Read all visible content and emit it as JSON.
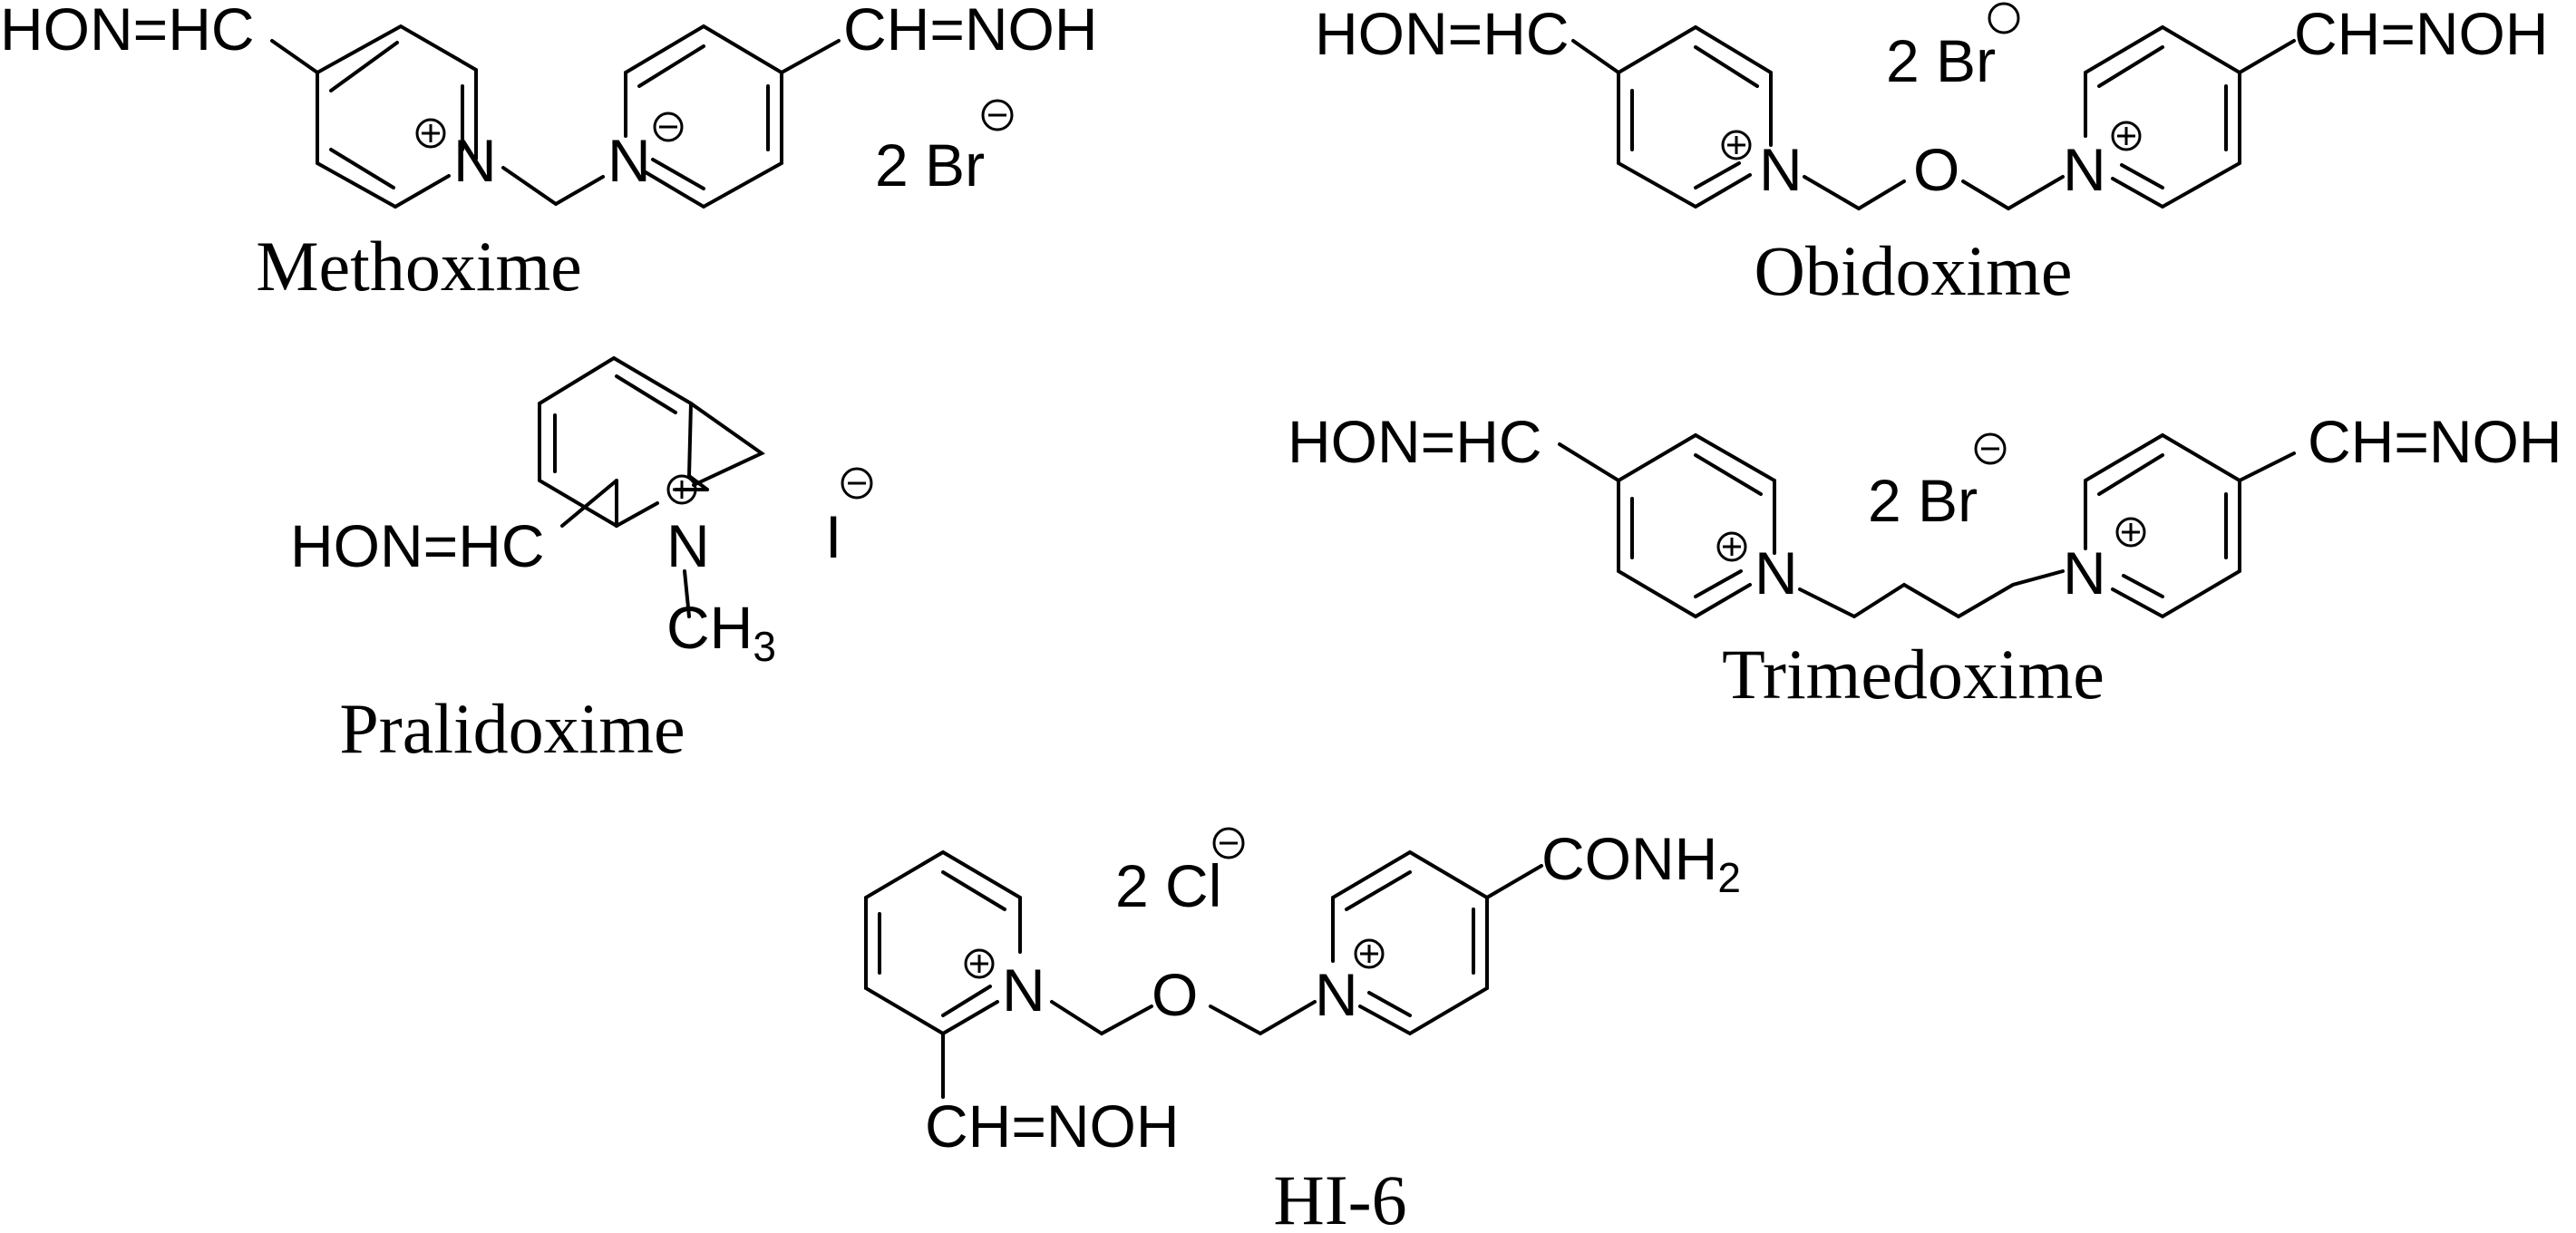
{
  "compounds": {
    "methoxime": {
      "name": "Methoxime",
      "left_group": "HON=HC",
      "right_group": "CH=NOH",
      "n1": "N",
      "n2": "N",
      "counterion": "2 Br"
    },
    "obidoxime": {
      "name": "Obidoxime",
      "left_group": "HON=HC",
      "right_group": "CH=NOH",
      "n1": "N",
      "n2": "N",
      "o": "O",
      "counterion": "2 Br"
    },
    "pralidoxime": {
      "name": "Pralidoxime",
      "left_group": "HON=HC",
      "n": "N",
      "methyl": "CH",
      "methyl_sub": "3",
      "counterion": "I"
    },
    "trimedoxime": {
      "name": "Trimedoxime",
      "left_group": "HON=HC",
      "right_group": "CH=NOH",
      "n1": "N",
      "n2": "N",
      "counterion": "2 Br"
    },
    "hi6": {
      "name": "HI-6",
      "bottom_group": "CH=NOH",
      "right_group": "CONH",
      "right_group_sub": "2",
      "n1": "N",
      "n2": "N",
      "o": "O",
      "counterion": "2 Cl"
    }
  },
  "colors": {
    "ink": "#000000",
    "background": "#ffffff"
  }
}
